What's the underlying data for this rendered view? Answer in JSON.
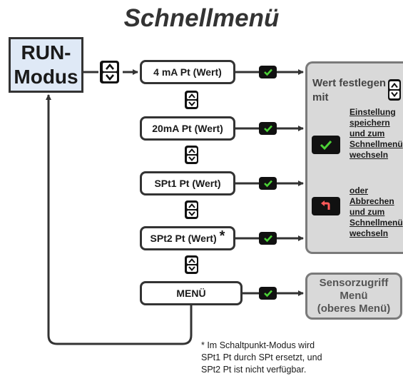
{
  "title": "Schnellmenü",
  "run_mode": {
    "line1": "RUN-",
    "line2": "Modus"
  },
  "menu_items": [
    {
      "label": "4 mA Pt (Wert)"
    },
    {
      "label": "20mA Pt (Wert)"
    },
    {
      "label": "SPt1 Pt (Wert)"
    },
    {
      "label": "SPt2 Pt (Wert)",
      "marker": "*"
    },
    {
      "label": "MENÜ"
    }
  ],
  "panel": {
    "title_line1": "Wert festlegen",
    "title_line2": "mit",
    "save_lines": [
      "Einstellung",
      "speichern",
      "und zum",
      "Schnellmenü",
      "wechseln"
    ],
    "cancel_lines": [
      "oder",
      "Abbrechen",
      "und zum",
      "Schnellmenü",
      "wechseln"
    ]
  },
  "sensor_box": {
    "line1": "Sensorzugriff",
    "line2": "Menü",
    "line3": "(oberes Menü)"
  },
  "footnote": {
    "line1": "* Im Schaltpunkt-Modus wird",
    "line2": "SPt1 Pt durch SPt ersetzt, und",
    "line3": "SPt2 Pt ist nicht verfügbar."
  },
  "colors": {
    "check_green": "#4cd137",
    "cancel_red": "#ff5a5a",
    "run_fill": "#dfe9f6",
    "panel_fill": "#d9d9d9"
  },
  "icons": {
    "up_down_key": "chevron-up-down-icon",
    "enter_key": "checkmark-icon",
    "cancel_key": "return-arrow-icon"
  }
}
